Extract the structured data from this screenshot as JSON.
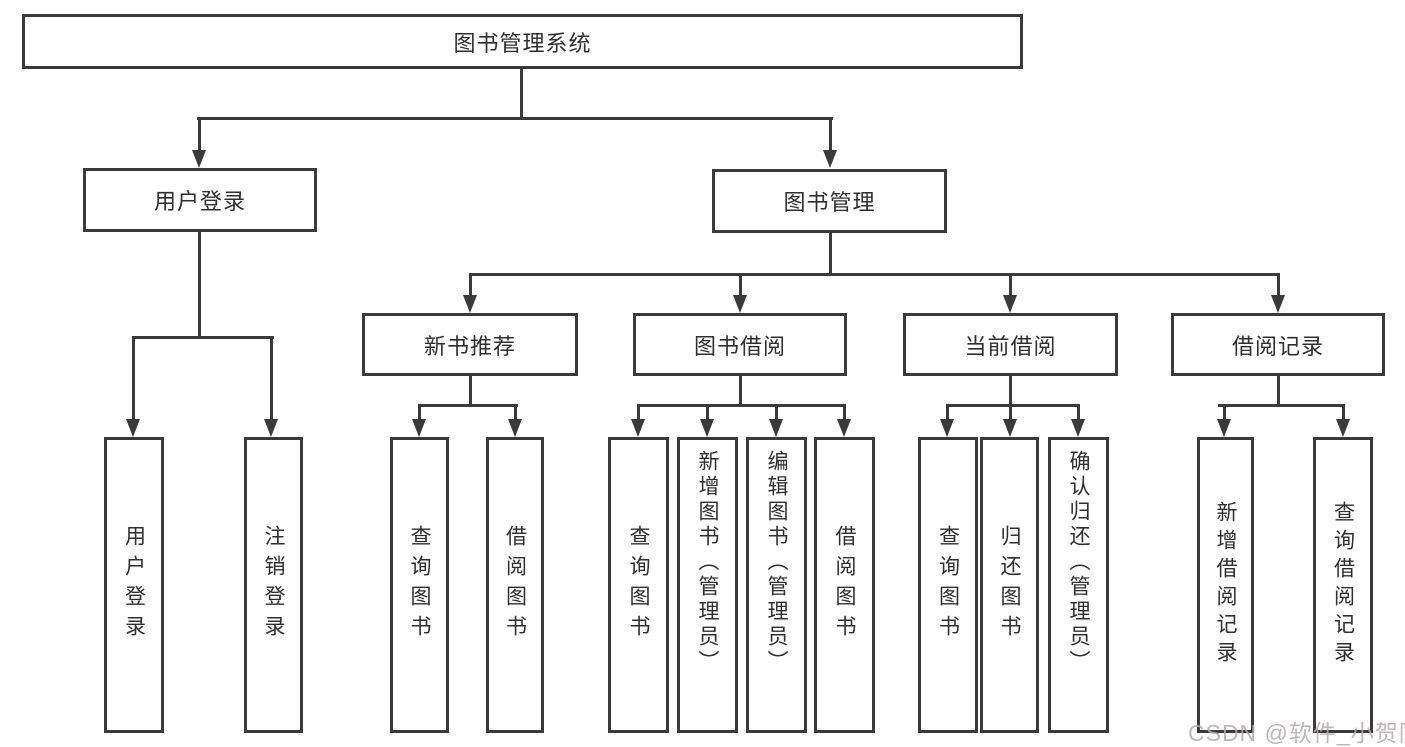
{
  "diagram": {
    "title": "图书管理系统",
    "nodes": {
      "root": "图书管理系统",
      "user_login": "用户登录",
      "book_mgmt": "图书管理",
      "new_books": "新书推荐",
      "book_borrow": "图书借阅",
      "current_borrow": "当前借阅",
      "borrow_records": "借阅记录",
      "leaf_user_login": "用户登录",
      "leaf_logout": "注销登录",
      "leaf_nb_query": "查询图书",
      "leaf_nb_borrow": "借阅图书",
      "leaf_bb_query": "查询图书",
      "leaf_bb_add": "新增图书（管理员）",
      "leaf_bb_edit": "编辑图书（管理员）",
      "leaf_bb_borrow": "借阅图书",
      "leaf_cb_query": "查询图书",
      "leaf_cb_return": "归还图书",
      "leaf_cb_confirm": "确认归还（管理员）",
      "leaf_br_add": "新增借阅记录",
      "leaf_br_query": "查询借阅记录"
    },
    "line_color": "#3a3a3a",
    "text_color": "#2f2f2f"
  },
  "watermark": "CSDN @软件_小贺同学"
}
